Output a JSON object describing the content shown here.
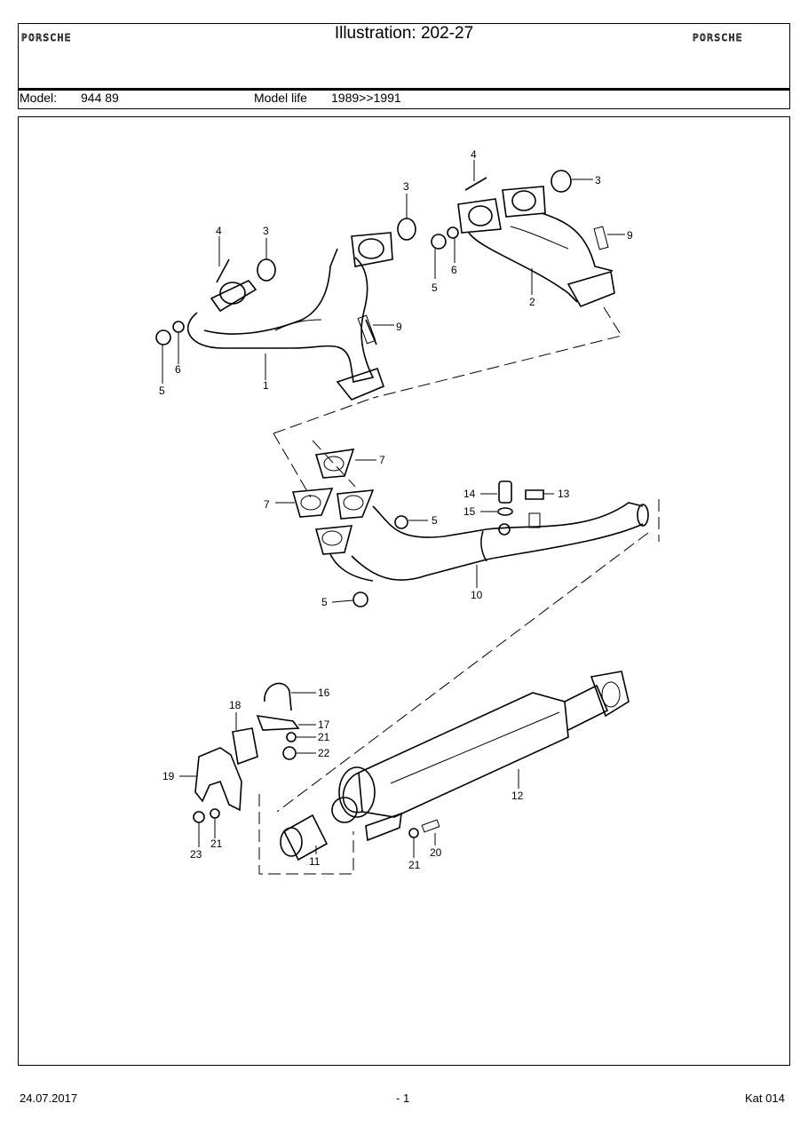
{
  "header": {
    "brand_left": "PORSCHE",
    "brand_right": "PORSCHE",
    "title": "Illustration: 202-27",
    "model_label": "Model:",
    "model_value": "944 89",
    "model_life_label": "Model life",
    "model_life_value": "1989>>1991"
  },
  "callouts": {
    "c1": "1",
    "c2": "2",
    "c3a": "3",
    "c3b": "3",
    "c3c": "3",
    "c4a": "4",
    "c4b": "4",
    "c5a": "5",
    "c5b": "5",
    "c5c": "5",
    "c5d": "5",
    "c6a": "6",
    "c6b": "6",
    "c7a": "7",
    "c7b": "7",
    "c9a": "9",
    "c9b": "9",
    "c10": "10",
    "c11": "11",
    "c12": "12",
    "c13": "13",
    "c14": "14",
    "c15": "15",
    "c16": "16",
    "c17": "17",
    "c18": "18",
    "c19": "19",
    "c20": "20",
    "c21a": "21",
    "c21b": "21",
    "c21c": "21",
    "c22": "22",
    "c23": "23"
  },
  "footer": {
    "date": "24.07.2017",
    "page": "- 1",
    "catalog": "Kat 014"
  }
}
